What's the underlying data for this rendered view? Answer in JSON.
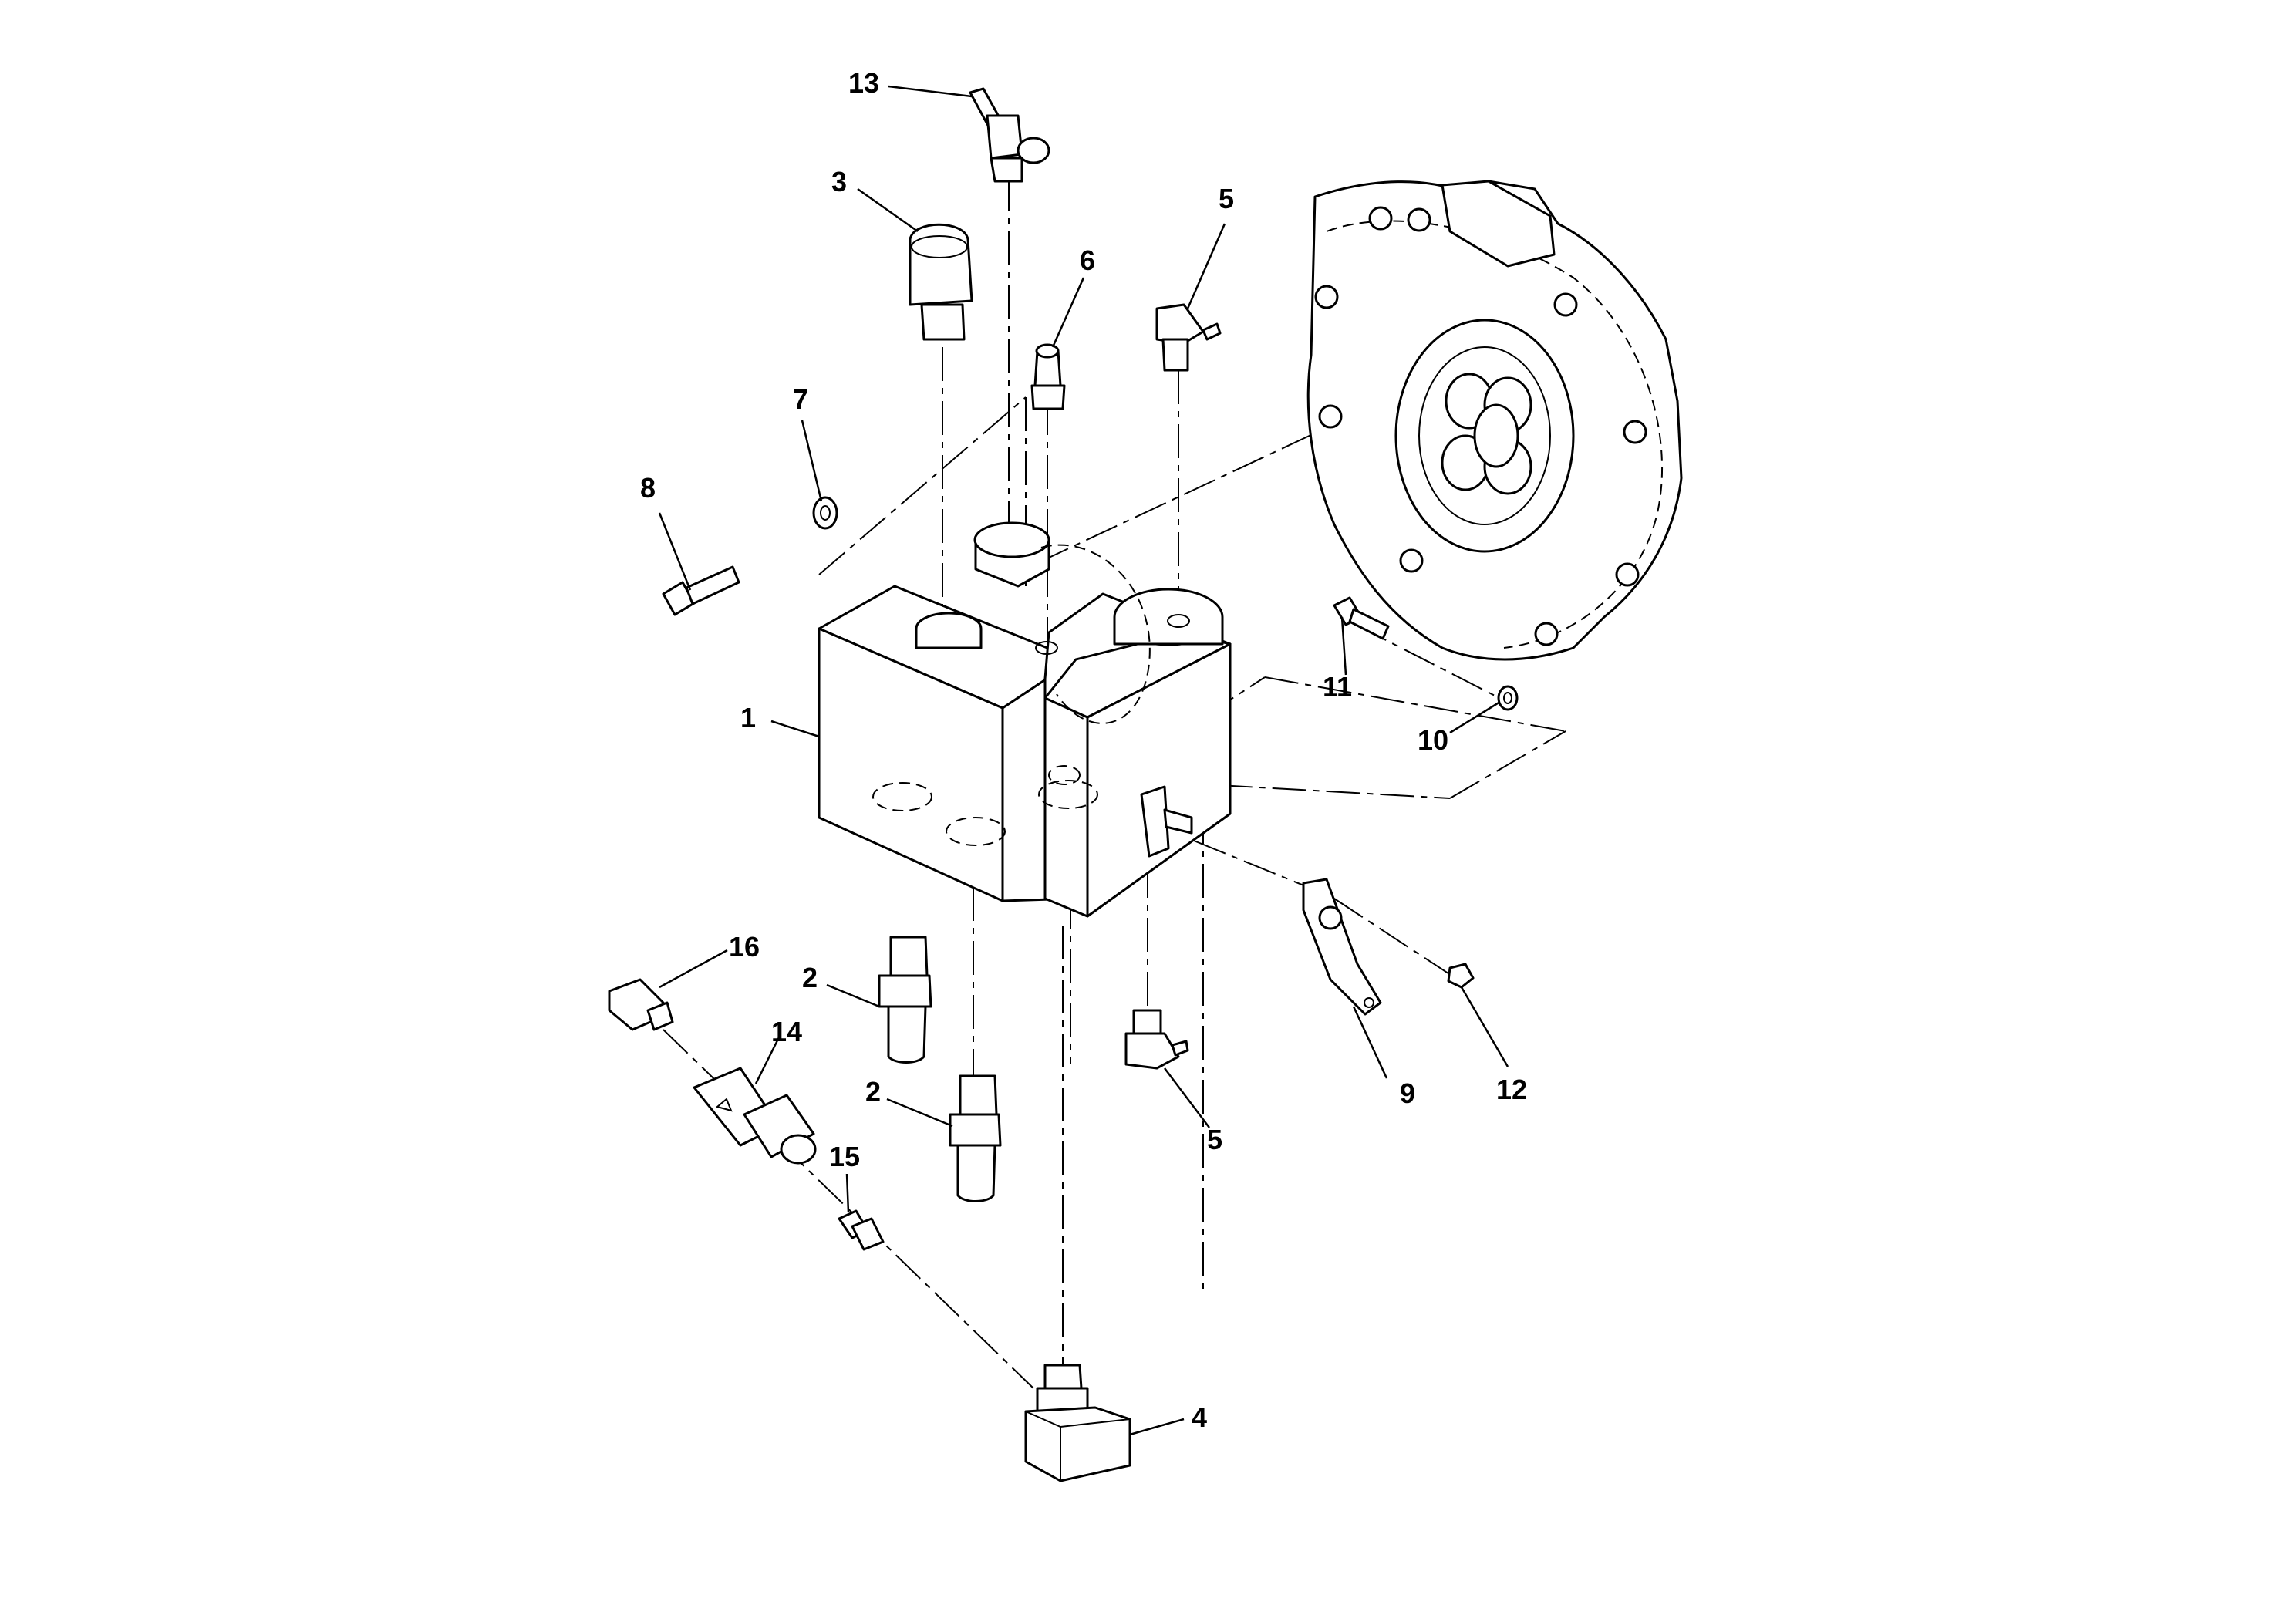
{
  "callouts": {
    "c1": "1",
    "c2a": "2",
    "c2b": "2",
    "c3": "3",
    "c4": "4",
    "c5a": "5",
    "c5b": "5",
    "c6": "6",
    "c7": "7",
    "c8": "8",
    "c9": "9",
    "c10": "10",
    "c11": "11",
    "c12": "12",
    "c13": "13",
    "c14": "14",
    "c15": "15",
    "c16": "16"
  },
  "colors": {
    "ink": "#000000",
    "paper": "#ffffff"
  }
}
